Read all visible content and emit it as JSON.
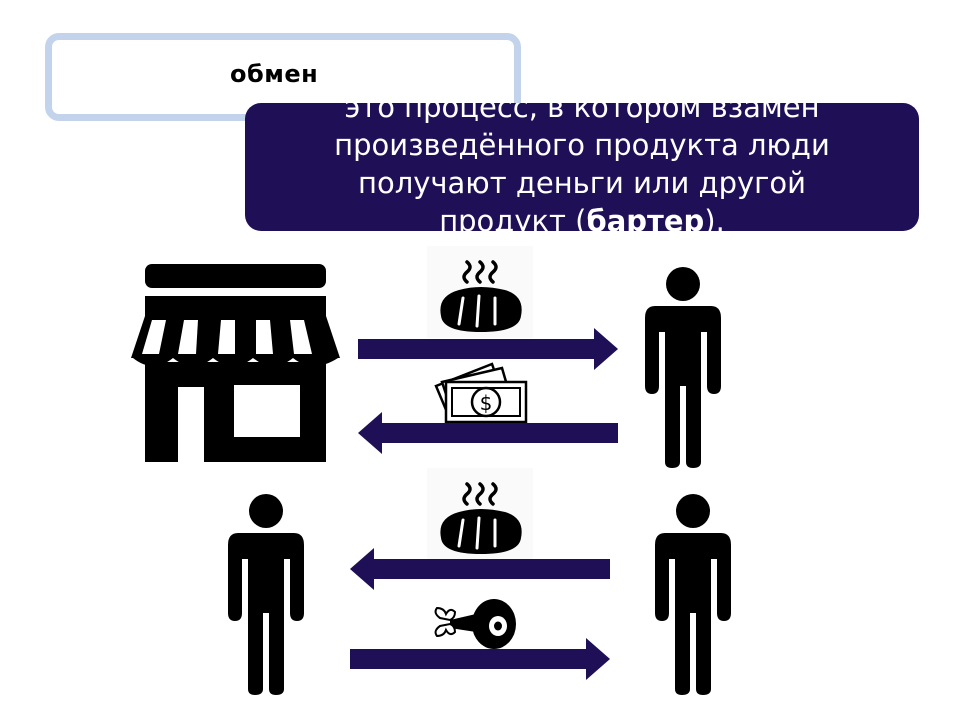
{
  "title": "обмен",
  "definition": {
    "line1": "это процесс, в котором взамен",
    "line2": "произведённого продукта люди",
    "line3": "получают деньги или другой",
    "line4_start": "продукт (",
    "line4_bold": "бартер",
    "line4_end": ")."
  },
  "colors": {
    "title_border": "#c4d3ec",
    "definition_bg": "#1f0f57",
    "arrow": "#1f0f57",
    "icon": "#000000"
  },
  "icons": {
    "shop": "shop-icon",
    "person": "person-icon",
    "bread": "bread-icon",
    "money": "money-icon",
    "meat": "meat-icon"
  }
}
